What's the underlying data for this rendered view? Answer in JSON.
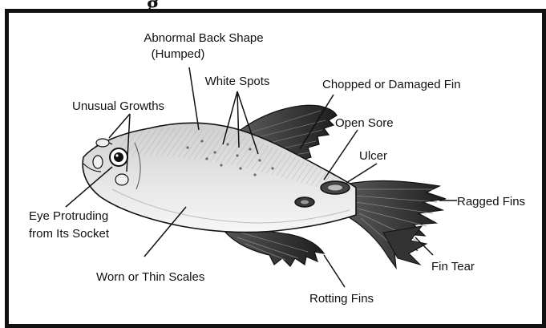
{
  "header": {
    "title_fragment": "g"
  },
  "diagram": {
    "labels": {
      "abnormal_back_line1": "Abnormal Back Shape",
      "abnormal_back_line2": "(Humped)",
      "white_spots": "White Spots",
      "chopped_fin": "Chopped or Damaged Fin",
      "unusual_growths": "Unusual Growths",
      "open_sore": "Open Sore",
      "ulcer": "Ulcer",
      "ragged_fins": "Ragged Fins",
      "eye_line1": "Eye Protruding",
      "eye_line2": "from Its Socket",
      "worn_scales": "Worn or Thin Scales",
      "fin_tear": "Fin Tear",
      "rotting_fins": "Rotting Fins"
    },
    "colors": {
      "ink": "#111111",
      "body_shade": "#d9d9d9",
      "fin_dark": "#2b2b2b",
      "belly_light": "#f2f2f2"
    }
  }
}
